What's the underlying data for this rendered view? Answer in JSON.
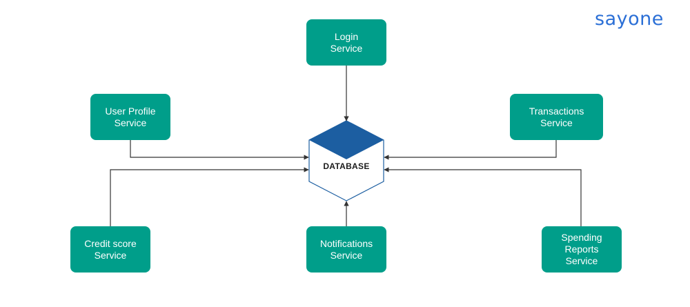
{
  "brand": {
    "logo_text": "sayone",
    "color": "#2b6fd6"
  },
  "colors": {
    "node_fill": "#009e8a",
    "db_top": "#1c5ea1",
    "db_border": "#1c5ea1",
    "connector": "#333333"
  },
  "database": {
    "label": "DATABASE"
  },
  "services": {
    "login": "Login\nService",
    "user_profile": "User Profile\nService",
    "transactions": "Transactions\nService",
    "credit_score": "Credit score\nService",
    "notifications": "Notifications\nService",
    "spending_reports": "Spending\nReports\nService"
  }
}
